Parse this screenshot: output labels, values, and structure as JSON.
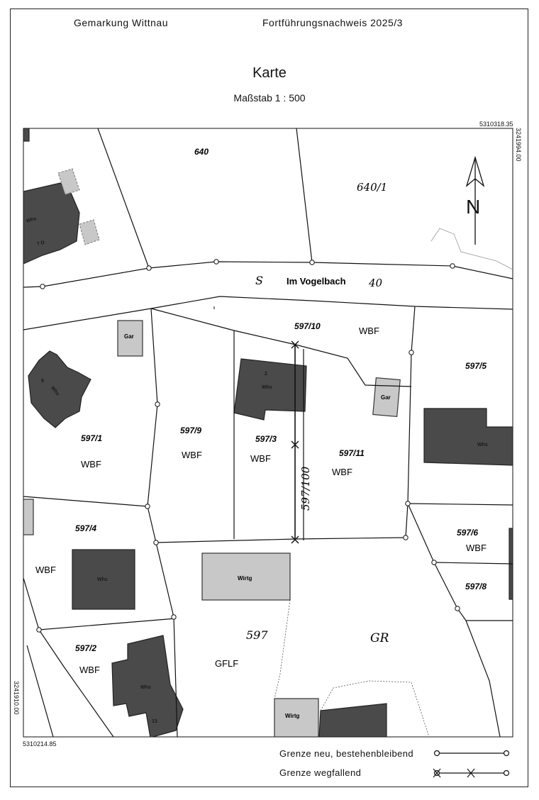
{
  "header": {
    "district": "Gemarkung Wittnau",
    "record": "Fortführungsnachweis 2025/3"
  },
  "title": "Karte",
  "scale": "Maßstab 1 : 500",
  "coords": {
    "top_right_north": "5310318.35",
    "top_right_east": "3241994.00",
    "bottom_left_north": "5310214.85",
    "bottom_left_east": "3241910.00"
  },
  "street": {
    "name": "Im Vogelbach",
    "mark": "S",
    "number": "40"
  },
  "parcels": [
    {
      "id": "640",
      "use": ""
    },
    {
      "id": "640/1",
      "use": ""
    },
    {
      "id": "597/10",
      "use": "WBF"
    },
    {
      "id": "597/5",
      "use": ""
    },
    {
      "id": "597/1",
      "use": "WBF"
    },
    {
      "id": "597/9",
      "use": "WBF"
    },
    {
      "id": "597/3",
      "use": "WBF"
    },
    {
      "id": "597/11",
      "use": "WBF"
    },
    {
      "id": "597/4",
      "use": "WBF"
    },
    {
      "id": "597/6",
      "use": "WBF"
    },
    {
      "id": "597/8",
      "use": ""
    },
    {
      "id": "597/2",
      "use": "WBF"
    },
    {
      "id": "597",
      "use": "GFLF"
    },
    {
      "id": "597/100",
      "use": ""
    }
  ],
  "extra_labels": {
    "garden": "GR"
  },
  "buildings": {
    "wohnhaus": "Whs",
    "garage": "Gar",
    "wirtschaft": "Wirtg",
    "nr_2": "2",
    "nr_13": "13",
    "nr_7d": "7 D",
    "nr_9": "9"
  },
  "north_arrow": "N",
  "legend": {
    "new_boundary": "Grenze neu, bestehenbleibend",
    "removed_boundary": "Grenze wegfallend"
  },
  "colors": {
    "building_dark": "#4a4a4a",
    "building_light": "#c8c8c8",
    "lines": "#111111"
  }
}
